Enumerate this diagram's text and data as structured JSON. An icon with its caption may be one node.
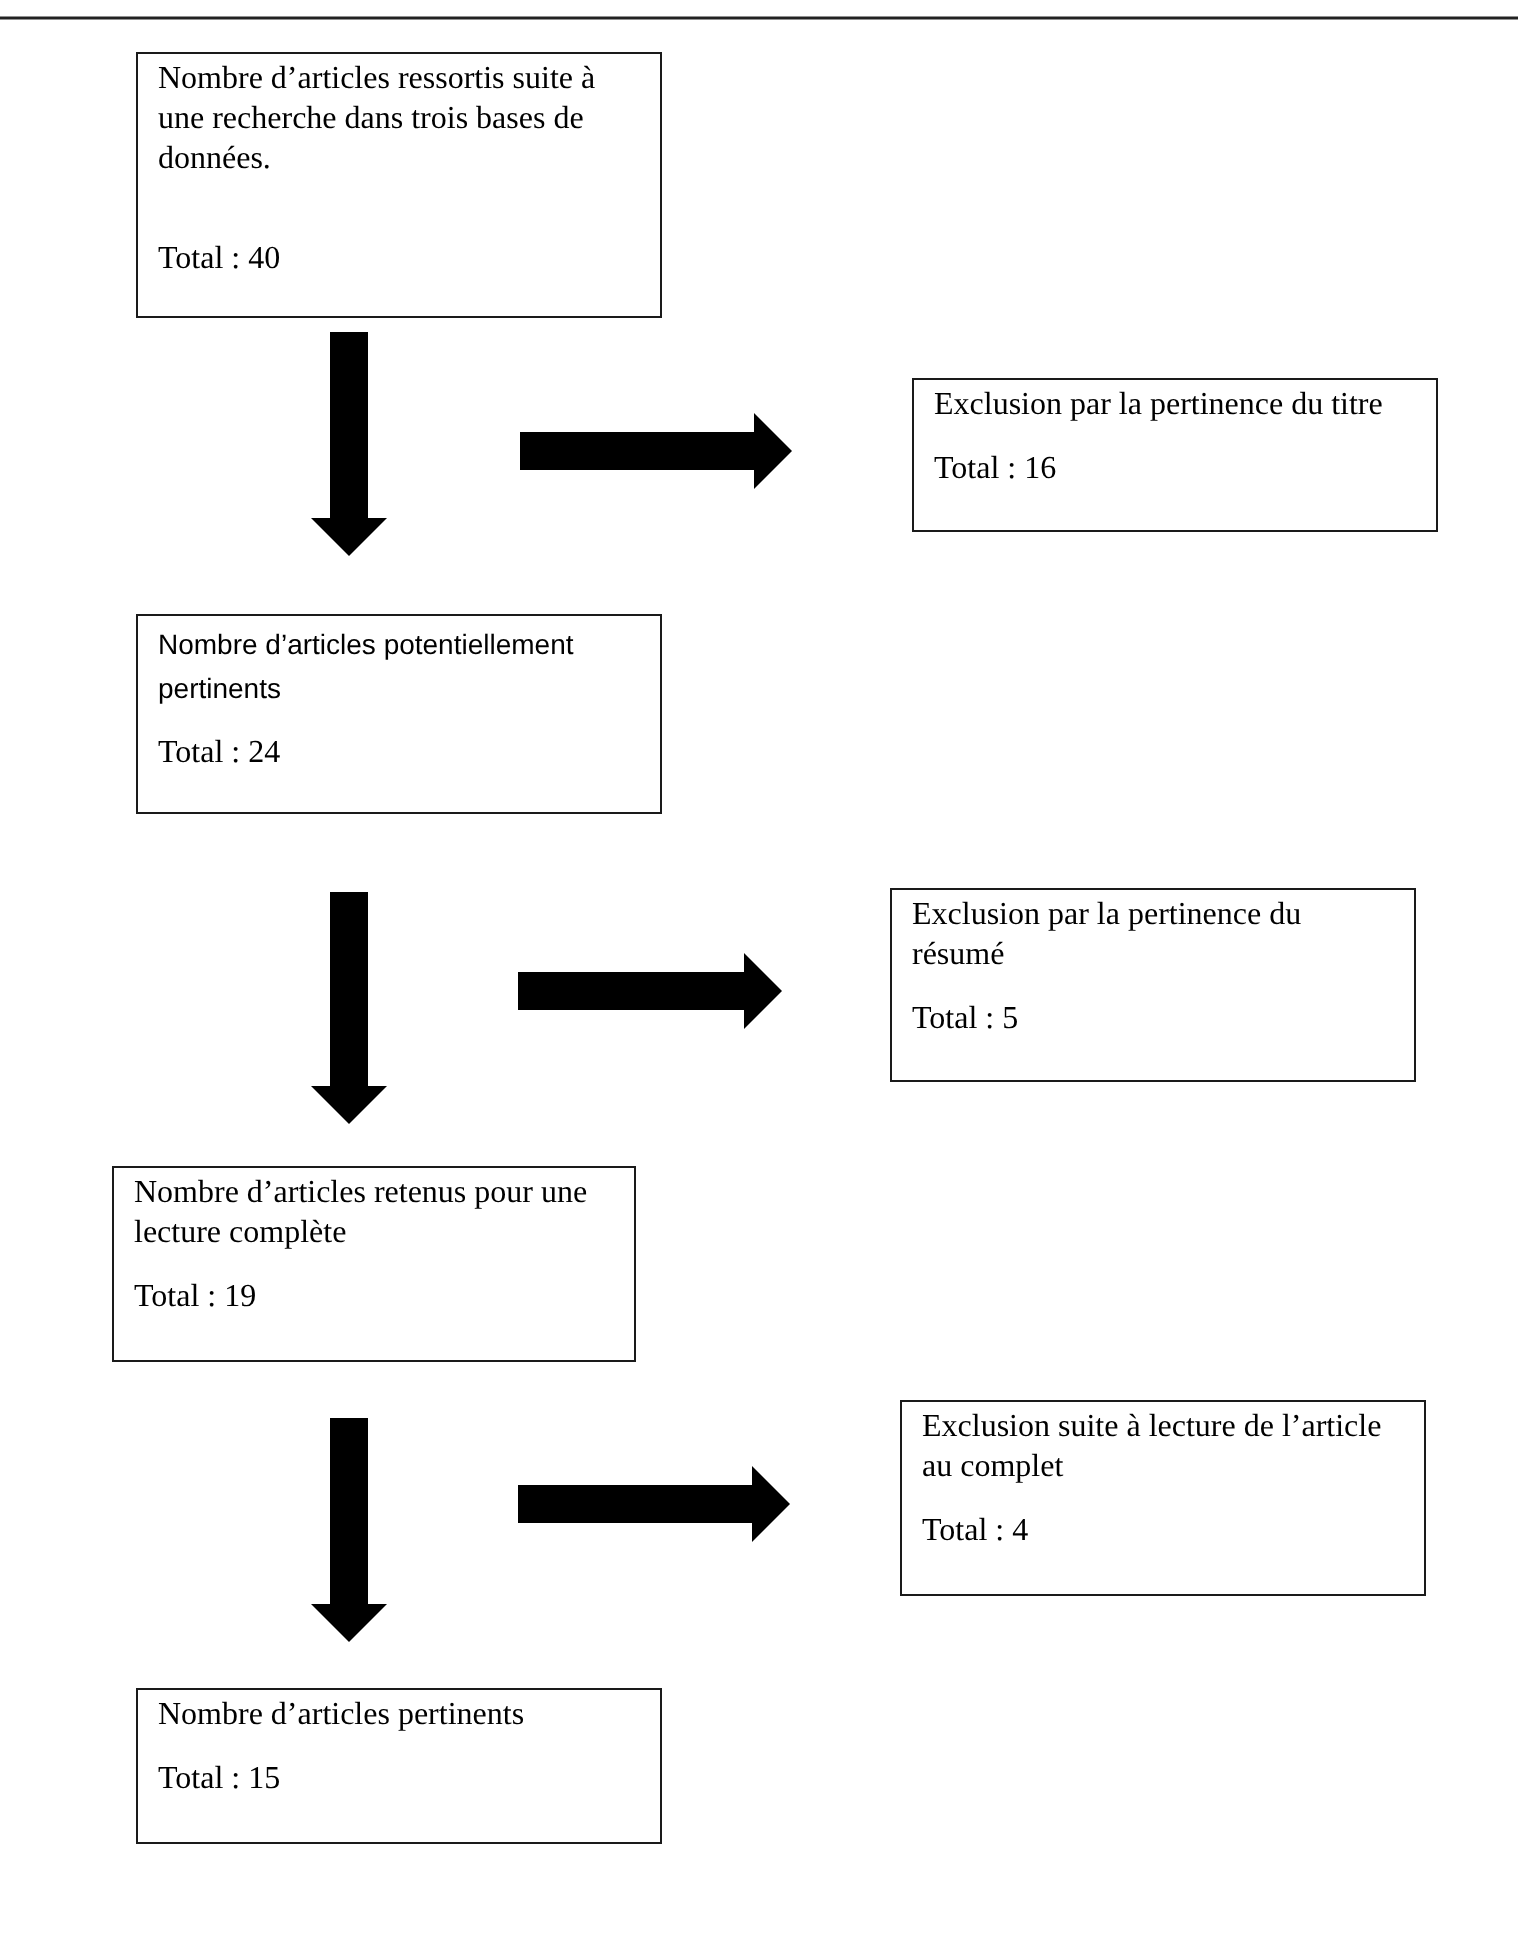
{
  "diagram": {
    "nodes": [
      {
        "text": [
          "Nombre d’articles ressortis suite à une recherche dans trois bases de données.",
          "Total : 40"
        ]
      },
      {
        "text": [
          "Exclusion par la pertinence du titre",
          "Total : 16"
        ]
      },
      {
        "text": [
          "Nombre d’articles potentiellement pertinents",
          "Total : 24"
        ]
      },
      {
        "text": [
          "Exclusion par la pertinence du résumé",
          "Total : 5"
        ]
      },
      {
        "text": [
          "Nombre d’articles retenus pour une lecture complète",
          "Total : 19"
        ]
      },
      {
        "text": [
          "Exclusion suite à lecture de l’article au complet",
          "Total : 4"
        ]
      },
      {
        "text": [
          "Nombre d’articles pertinents",
          "Total : 15"
        ]
      }
    ],
    "edges": [
      {
        "from": 0,
        "to": 2,
        "arrow": "to"
      },
      {
        "from": null,
        "to": 1,
        "arrow": "to"
      },
      {
        "from": 2,
        "to": 4,
        "arrow": "to"
      },
      {
        "from": null,
        "to": 3,
        "arrow": "to"
      },
      {
        "from": 4,
        "to": 6,
        "arrow": "to"
      },
      {
        "from": null,
        "to": 5,
        "arrow": "to"
      }
    ]
  }
}
